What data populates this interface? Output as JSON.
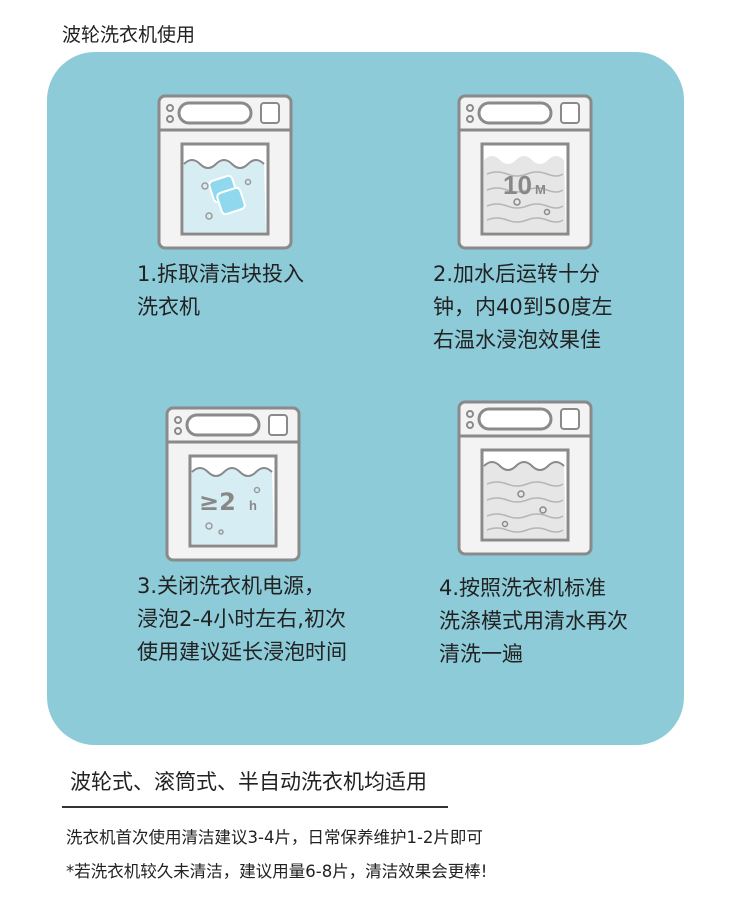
{
  "page_title": "波轮洗衣机使用",
  "steps": [
    {
      "text": "1.拆取清洁块投入\n洗衣机",
      "icon": "washer-with-cleaning-tablet-icon"
    },
    {
      "text": "2.加水后运转十分\n钟，内40到50度左\n右温水浸泡效果佳",
      "icon": "washer-10-minute-icon",
      "timer_value": "10",
      "timer_unit": "M"
    },
    {
      "text": "3.关闭洗衣机电源，\n浸泡2-4小时左右,初次\n使用建议延长浸泡时间",
      "icon": "washer-2-hour-soak-icon",
      "timer_value": "≥2",
      "timer_unit": "h"
    },
    {
      "text": "4.按照洗衣机标准\n洗涤模式用清水再次\n清洗一遍",
      "icon": "washer-rinse-icon"
    }
  ],
  "compatibility": "波轮式、滚筒式、半自动洗衣机均适用",
  "notes": [
    "洗衣机首次使用清洁建议3-4片，日常保养维护1-2片即可",
    "*若洗衣机较久未清洁，建议用量6-8片，清洁效果会更棒!"
  ],
  "colors": {
    "panel": "#8dcbd8",
    "washer_outline": "#8a8a8a",
    "washer_fill": "#eaf6f8",
    "water": "#b9e3ec"
  }
}
